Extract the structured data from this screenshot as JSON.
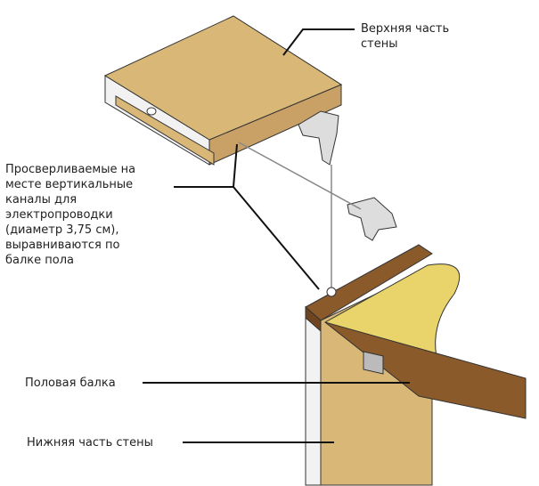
{
  "labels": {
    "upper_wall": "Верхняя часть\nстены",
    "drilled_channels": "Просверливаемые на\nместе вертикальные\nканалы для\nэлектропроводки\n(диаметр 3,75 см),\nвыравниваются по\nбалке пола",
    "floor_joist": "Половая балка",
    "lower_wall": "Нижняя часть стены"
  },
  "colors": {
    "osb": "#d9b877",
    "floor_osb": "#e8d46a",
    "wood": "#8a5a2b",
    "edge": "#f2f2f2"
  }
}
